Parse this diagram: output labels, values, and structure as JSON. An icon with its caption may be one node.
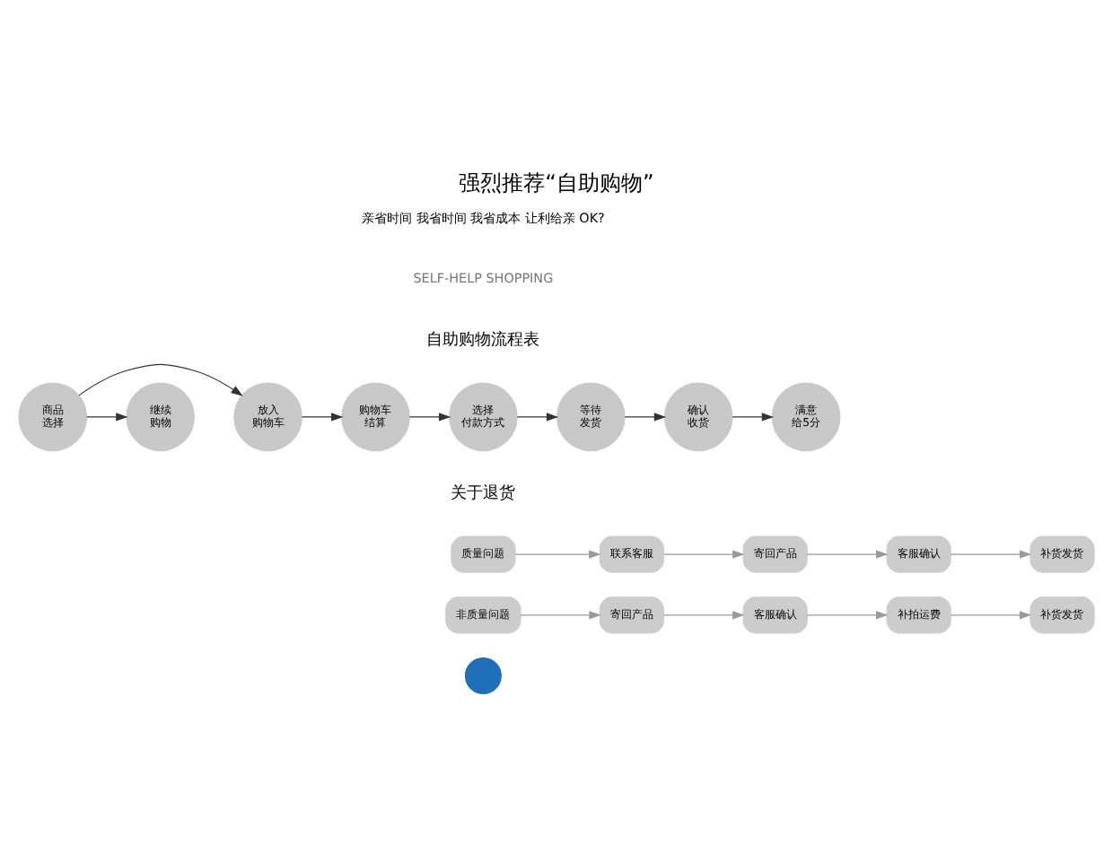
{
  "diagram": {
    "title": "强烈推荐“自助购物”",
    "nodes": [
      {
        "text": [
          "商品选择"
        ]
      },
      {
        "text": [
          "放入购物车"
        ]
      },
      {
        "text": [
          "继续购物"
        ]
      },
      {
        "text": [
          "购物车结算"
        ]
      },
      {
        "text": [
          "选择付款方式"
        ]
      },
      {
        "text": [
          "等待发货"
        ]
      },
      {
        "text": [
          "确认收货"
        ]
      },
      {
        "text": [
          "满意给5分"
        ]
      },
      {
        "text": [
          "质量问题"
        ]
      },
      {
        "text": [
          "联系客服"
        ]
      },
      {
        "text": [
          "寄回产品"
        ]
      },
      {
        "text": [
          "客服确认"
        ]
      },
      {
        "text": [
          "补货发货"
        ]
      },
      {
        "text": [
          "非质量问题"
        ]
      },
      {
        "text": [
          "寄回产品"
        ]
      },
      {
        "text": [
          "客服确认"
        ]
      },
      {
        "text": [
          "补拍运费"
        ]
      },
      {
        "text": [
          "补货发货"
        ]
      },
      {
        "text": [],
        "shape": "circle"
      }
    ],
    "edges": [
      {
        "from": 0,
        "to": 1,
        "arrow": "to",
        "color": "#333333"
      },
      {
        "from": 0,
        "to": 2,
        "arrow": "to",
        "color": "#333333"
      },
      {
        "from": 1,
        "to": 3,
        "arrow": "to",
        "color": "#333333"
      },
      {
        "from": 3,
        "to": 4,
        "arrow": "to",
        "color": "#333333"
      },
      {
        "from": 4,
        "to": 5,
        "arrow": "to",
        "color": "#333333"
      },
      {
        "from": 5,
        "to": 6,
        "arrow": "to",
        "color": "#333333"
      },
      {
        "from": 6,
        "to": 7,
        "arrow": "to",
        "color": "#333333"
      },
      {
        "from": 8,
        "to": 9,
        "arrow": "to"
      },
      {
        "from": 9,
        "to": 10,
        "arrow": "to"
      },
      {
        "from": 10,
        "to": 11,
        "arrow": "to"
      },
      {
        "from": 11,
        "to": 12,
        "arrow": "to"
      },
      {
        "from": 13,
        "to": 14,
        "arrow": "to"
      },
      {
        "from": 14,
        "to": 15,
        "arrow": "to"
      },
      {
        "from": 15,
        "to": 16,
        "arrow": "to"
      },
      {
        "from": 16,
        "to": 17,
        "arrow": "to"
      }
    ],
    "labels": [
      "亲省时间 我省时间 我省成本 让利给亲 OK?",
      "SELF-HELP SHOPPING",
      "自助购物流程表",
      "关于退货"
    ]
  }
}
